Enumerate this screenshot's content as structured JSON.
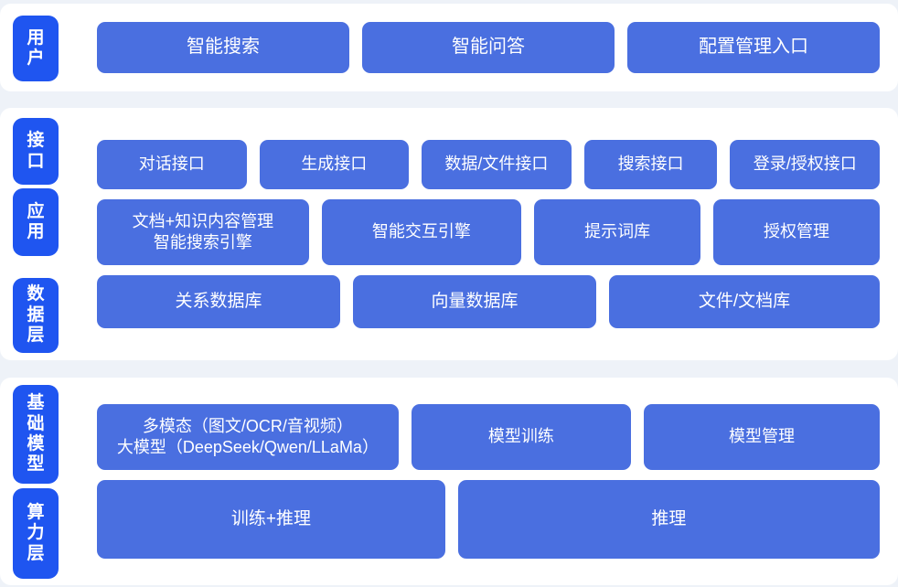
{
  "colors": {
    "page_background": "#eef2f8",
    "card_background": "#ffffff",
    "tab_blue": "#1f55f0",
    "pill_blue": "#4a6fe0",
    "text_white": "#ffffff"
  },
  "sections": [
    {
      "id": "user",
      "tabs": [
        {
          "id": "user",
          "label": "用户"
        }
      ],
      "rows": [
        {
          "id": "user-entries",
          "items": [
            {
              "label": "智能搜索"
            },
            {
              "label": "智能问答"
            },
            {
              "label": "配置管理入口"
            }
          ]
        }
      ]
    },
    {
      "id": "platform",
      "tabs": [
        {
          "id": "interface",
          "label": "接口"
        },
        {
          "id": "application",
          "label": "应用"
        },
        {
          "id": "data-layer",
          "label": "数据层"
        }
      ],
      "rows": [
        {
          "id": "interface-apis",
          "items": [
            {
              "label": "对话接口"
            },
            {
              "label": "生成接口"
            },
            {
              "label": "数据/文件接口"
            },
            {
              "label": "搜索接口"
            },
            {
              "label": "登录/授权接口"
            }
          ]
        },
        {
          "id": "application-services",
          "items": [
            {
              "label": "文档+知识内容管理\n智能搜索引擎"
            },
            {
              "label": "智能交互引擎"
            },
            {
              "label": "提示词库"
            },
            {
              "label": "授权管理"
            }
          ]
        },
        {
          "id": "data-stores",
          "items": [
            {
              "label": "关系数据库"
            },
            {
              "label": "向量数据库"
            },
            {
              "label": "文件/文档库"
            }
          ]
        }
      ]
    },
    {
      "id": "infrastructure",
      "tabs": [
        {
          "id": "foundation-model",
          "label": "基础模型"
        },
        {
          "id": "compute-layer",
          "label": "算力层"
        }
      ],
      "rows": [
        {
          "id": "foundation-models",
          "items": [
            {
              "label": "多模态（图文/OCR/音视频）\n大模型（DeepSeek/Qwen/LLaMa）"
            },
            {
              "label": "模型训练"
            },
            {
              "label": "模型管理"
            }
          ]
        },
        {
          "id": "compute-capabilities",
          "items": [
            {
              "label": "训练+推理"
            },
            {
              "label": "推理"
            }
          ]
        }
      ]
    }
  ]
}
